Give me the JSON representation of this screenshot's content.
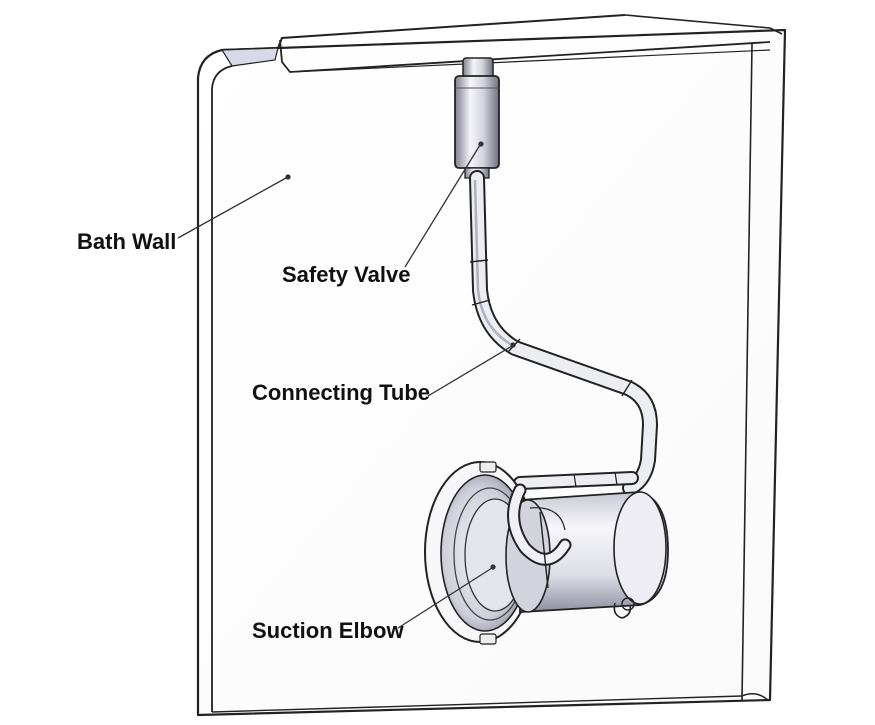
{
  "labels": {
    "bath_wall": "Bath Wall",
    "safety_valve": "Safety Valve",
    "connecting_tube": "Connecting Tube",
    "suction_elbow": "Suction Elbow"
  },
  "colors": {
    "outline": "#222222",
    "metal_light": "#f1f1f6",
    "metal_mid": "#c9c9d6",
    "metal_dark": "#8e8e9e",
    "label_text": "#111111"
  }
}
